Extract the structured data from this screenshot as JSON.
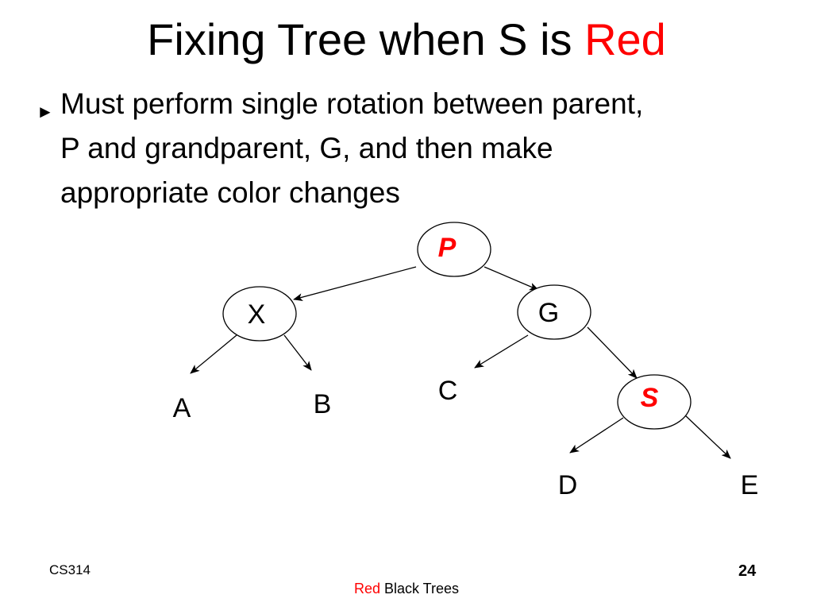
{
  "slide": {
    "title_prefix": "Fixing Tree when S is ",
    "title_accent": "Red",
    "bullet_lines": [
      "Must perform single rotation between parent,",
      "P and grandparent, G, and then make",
      "appropriate color changes"
    ],
    "accent_color": "#ff0000"
  },
  "diagram": {
    "nodes": {
      "p": "P",
      "x": "X",
      "g": "G",
      "s": "S"
    },
    "leaves": {
      "a": "A",
      "b": "B",
      "c": "C",
      "d": "D",
      "e": "E"
    }
  },
  "footer": {
    "course": "CS314",
    "topic_accent": "Red",
    "topic_rest": " Black Trees",
    "page_number": "24"
  }
}
